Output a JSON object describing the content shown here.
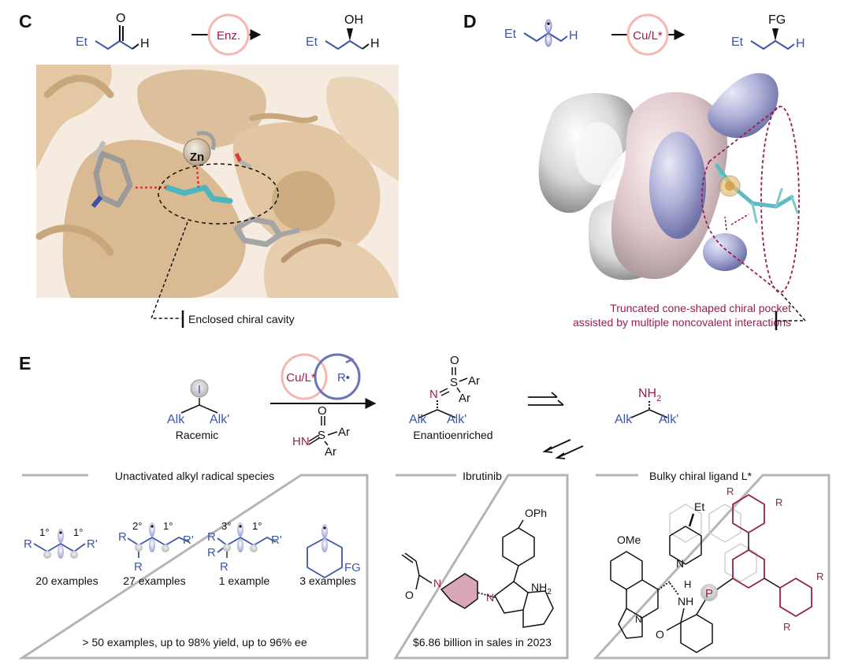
{
  "panels": {
    "c": {
      "letter": "C",
      "start_group": "Et",
      "oxygen": "O",
      "h": "H",
      "catalyst": "Enz.",
      "product_group": "Et",
      "product_oh": "OH",
      "product_h": "H",
      "metal": "Zn",
      "caption": "Enclosed chiral cavity"
    },
    "d": {
      "letter": "D",
      "start_group": "Et",
      "h": "H",
      "catalyst": "Cu/L*",
      "product_group": "Et",
      "product_fg": "FG",
      "product_h": "H",
      "caption_line1": "Truncated cone-shaped chiral pocket",
      "caption_line2": "assisted by multiple noncovalent interactions"
    },
    "e": {
      "letter": "E",
      "iodide": "I",
      "alk_left": "Alk",
      "alk_right": "Alk'",
      "racemic": "Racemic",
      "cu_catalyst": "Cu/L*",
      "radical": "R•",
      "sulf_hn": "HN",
      "sulf_s": "S",
      "sulf_o": "O",
      "sulf_ar1": "Ar",
      "sulf_ar2": "Ar",
      "product_n": "N",
      "product_s": "S",
      "product_o": "O",
      "product_ar1": "Ar",
      "product_ar2": "Ar",
      "product_alk_left": "Alk",
      "product_alk_right": "Alk'",
      "enantioenriched": "Enantioenriched",
      "amine_nh2": "NH",
      "amine_sub": "2",
      "amine_alk_left": "Alk",
      "amine_alk_right": "Alk'"
    }
  },
  "boxes": {
    "radicals": {
      "title": "Unactivated alkyl radical species",
      "labels": {
        "r": "R",
        "rp": "R'",
        "fg": "FG",
        "deg1": "1°",
        "deg2": "2°",
        "deg3": "3°"
      },
      "counts": [
        "20 examples",
        "27 examples",
        "1 example",
        "3 examples"
      ],
      "footer": "> 50 examples, up to 98% yield, up to 96% ee"
    },
    "ibrutinib": {
      "title": "Ibrutinib",
      "oph": "OPh",
      "nh2": "NH",
      "nh2_sub": "2",
      "o": "O",
      "n": "N",
      "sales": "$6.86 billion in sales in 2023"
    },
    "ligand": {
      "title": "Bulky chiral ligand L*",
      "ome": "OMe",
      "et": "Et",
      "n": "N",
      "h": "H",
      "nh": "NH",
      "p": "P",
      "o": "O",
      "r": "R"
    }
  },
  "colors": {
    "blue": "#3d57a8",
    "magenta": "#9b1b54",
    "tan": "#e3c8a3",
    "pink": "#f4b8b0",
    "teal": "#4cb5c0",
    "gray_box": "#b5b5b5",
    "ring_fill": "#d9a7b9"
  }
}
